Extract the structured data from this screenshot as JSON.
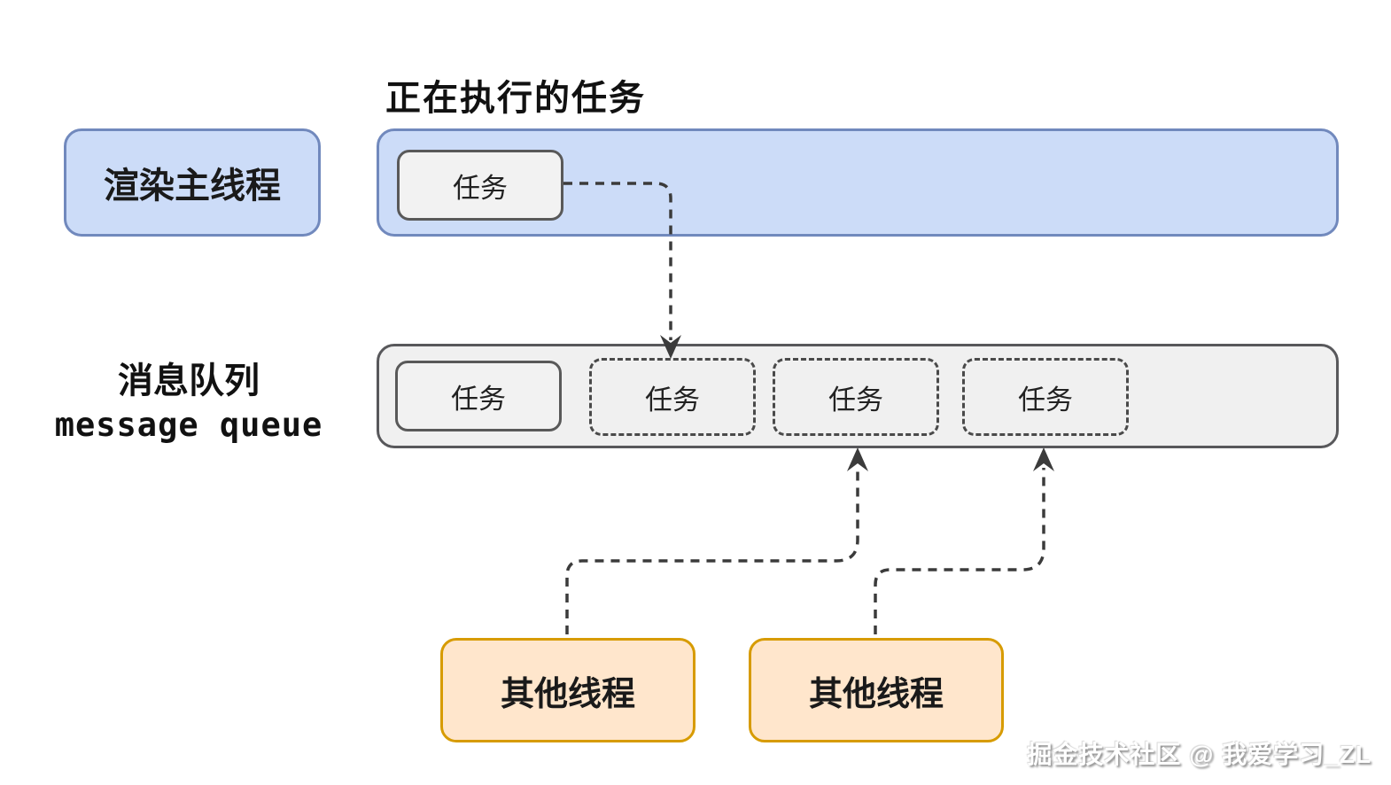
{
  "title": "正在执行的任务",
  "main_thread": {
    "label": "渲染主线程"
  },
  "executing_track": {
    "task": {
      "label": "任务",
      "style": "solid"
    }
  },
  "queue": {
    "label_zh": "消息队列",
    "label_en": "message queue",
    "tasks": [
      {
        "label": "任务",
        "style": "solid"
      },
      {
        "label": "任务",
        "style": "dashed"
      },
      {
        "label": "任务",
        "style": "dashed"
      },
      {
        "label": "任务",
        "style": "dashed"
      }
    ]
  },
  "other_threads": [
    {
      "label": "其他线程"
    },
    {
      "label": "其他线程"
    }
  ],
  "arrows": [
    {
      "from": "executing-task",
      "to": "message-queue",
      "style": "dashed"
    },
    {
      "from": "other-thread-1",
      "to": "queued-task-2",
      "style": "dashed"
    },
    {
      "from": "other-thread-2",
      "to": "queued-task-3",
      "style": "dashed"
    }
  ],
  "watermark": "掘金技术社区 @ 我爱学习_ZL",
  "colors": {
    "blue_fill": "#ccdcf8",
    "blue_border": "#7189bd",
    "gray_fill": "#f0f0f0",
    "gray_border": "#58585b",
    "task_fill": "#f2f2f2",
    "task_border": "#595959",
    "dash_border": "#4a4a4a",
    "orange_fill": "#ffe6cc",
    "orange_border": "#d79b00",
    "arrow_color": "#3b3b3b"
  }
}
